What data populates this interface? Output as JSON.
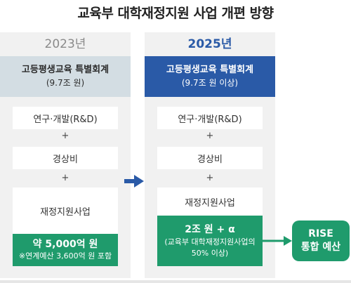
{
  "title": "교육부 대학재정지원 사업 개편 방향",
  "left": {
    "year": "2023년",
    "header_title": "고등평생교육 특별회계",
    "header_sub": "(9.7조 원)",
    "items": [
      "연구·개발(R&D)",
      "경상비",
      "재정지원사업"
    ],
    "plus": "+",
    "total_main": "약 5,000억 원",
    "total_note": "※연계예산 3,600억 원 포함"
  },
  "right": {
    "year": "2025년",
    "header_title": "고등평생교육 특별회계",
    "header_sub": "(9.7조 원 이상)",
    "items": [
      "연구·개발(R&D)",
      "경상비",
      "재정지원사업"
    ],
    "plus": "+",
    "total_main": "2조 원 + α",
    "total_note_1": "(교육부 대학재정지원사업의",
    "total_note_2": "50% 이상)"
  },
  "rise": {
    "line1": "RISE",
    "line2": "통합 예산"
  },
  "colors": {
    "left_header": "#d3dde3",
    "left_year": "#8a8a8a",
    "right_header": "#2a5aa7",
    "right_year": "#2a5aa7",
    "green": "#1f9b6c",
    "panel": "#f1f1f1"
  }
}
